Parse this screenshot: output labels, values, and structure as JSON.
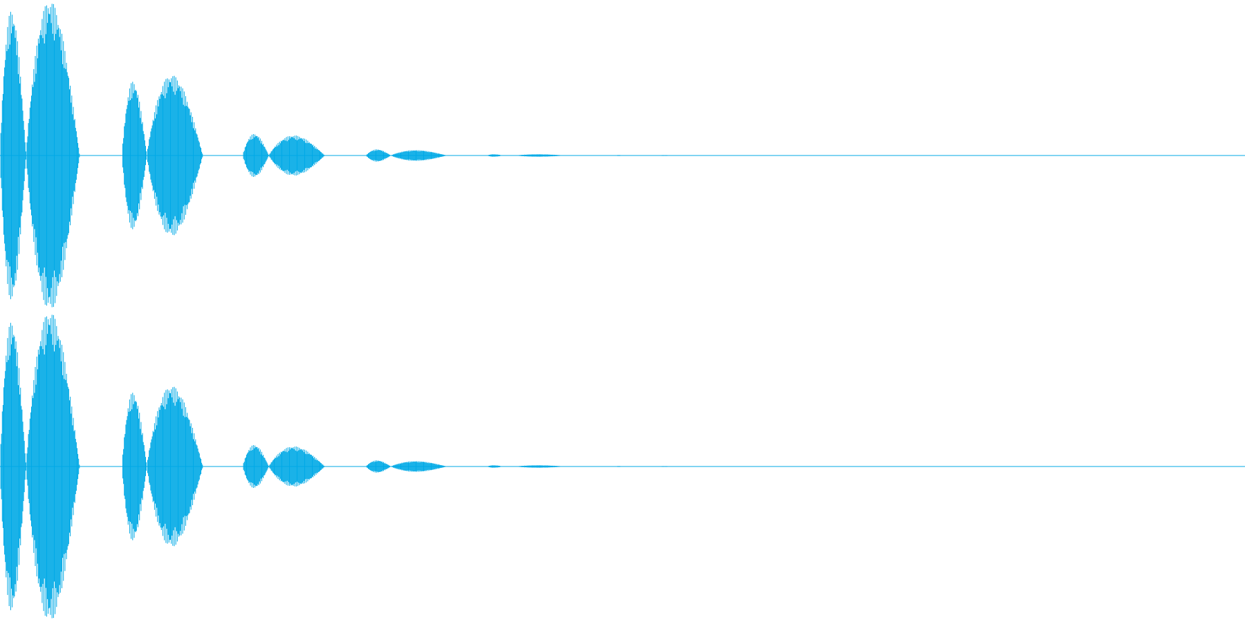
{
  "waveform": {
    "color": "#00a9e6",
    "channel_count": 2,
    "duration_fraction_active": 0.54,
    "bursts": [
      {
        "start": 0.0,
        "end": 0.021,
        "amp": 0.94
      },
      {
        "start": 0.021,
        "end": 0.064,
        "amp": 1.0
      },
      {
        "start": 0.098,
        "end": 0.118,
        "amp": 0.48
      },
      {
        "start": 0.118,
        "end": 0.163,
        "amp": 0.52
      },
      {
        "start": 0.195,
        "end": 0.216,
        "amp": 0.14
      },
      {
        "start": 0.216,
        "end": 0.261,
        "amp": 0.13
      },
      {
        "start": 0.294,
        "end": 0.314,
        "amp": 0.04
      },
      {
        "start": 0.314,
        "end": 0.359,
        "amp": 0.035
      },
      {
        "start": 0.391,
        "end": 0.404,
        "amp": 0.008
      },
      {
        "start": 0.414,
        "end": 0.455,
        "amp": 0.008
      },
      {
        "start": 0.493,
        "end": 0.502,
        "amp": 0.003
      },
      {
        "start": 0.527,
        "end": 0.541,
        "amp": 0.003
      }
    ]
  }
}
